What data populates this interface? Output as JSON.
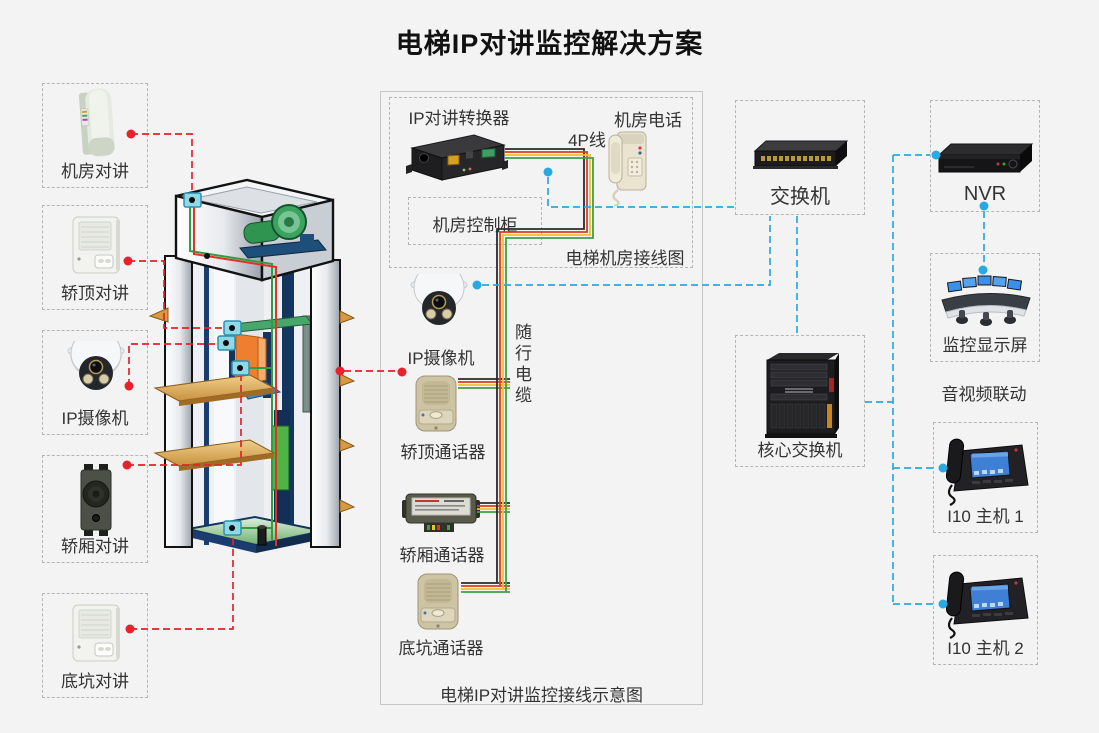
{
  "title": "电梯IP对讲监控解决方案",
  "colors": {
    "background": "#f3f3f3",
    "accent_red": "#e8212b",
    "accent_blue": "#29a9e1",
    "wire_black": "#2b2b2b",
    "wire_red": "#e0392b",
    "wire_yellow": "#e8c32e",
    "wire_green": "#3fa044",
    "node_cyan": "#8ed8e8"
  },
  "left_devices": [
    {
      "label": "机房对讲",
      "icon": "wall-intercom-pillar-icon"
    },
    {
      "label": "轿顶对讲",
      "icon": "white-speaker-box-icon"
    },
    {
      "label": "IP摄像机",
      "icon": "dome-camera-icon"
    },
    {
      "label": "轿厢对讲",
      "icon": "dark-intercom-icon"
    },
    {
      "label": "底坑对讲",
      "icon": "white-speaker-box-icon"
    }
  ],
  "schematic": {
    "caption": "电梯IP对讲监控接线示意图",
    "machine_room": {
      "converter_label": "IP对讲转换器",
      "phone_label": "机房电话",
      "wire_label": "4P线",
      "cabinet_label": "机房控制柜",
      "caption": "电梯机房接线图"
    },
    "camera_label": "IP摄像机",
    "cable_label": "随行电缆",
    "devices": [
      {
        "label": "轿顶通话器",
        "icon": "beige-talkbox-icon"
      },
      {
        "label": "轿厢通话器",
        "icon": "horizontal-unit-icon"
      },
      {
        "label": "底坑通话器",
        "icon": "beige-talkbox-icon"
      }
    ]
  },
  "network": {
    "switch_label": "交换机",
    "nvr_label": "NVR",
    "core_switch_label": "核心交换机",
    "monitor_label": "监控显示屏",
    "av_link_label": "音视频联动",
    "host1_label": "I10 主机 1",
    "host2_label": "I10 主机 2"
  }
}
